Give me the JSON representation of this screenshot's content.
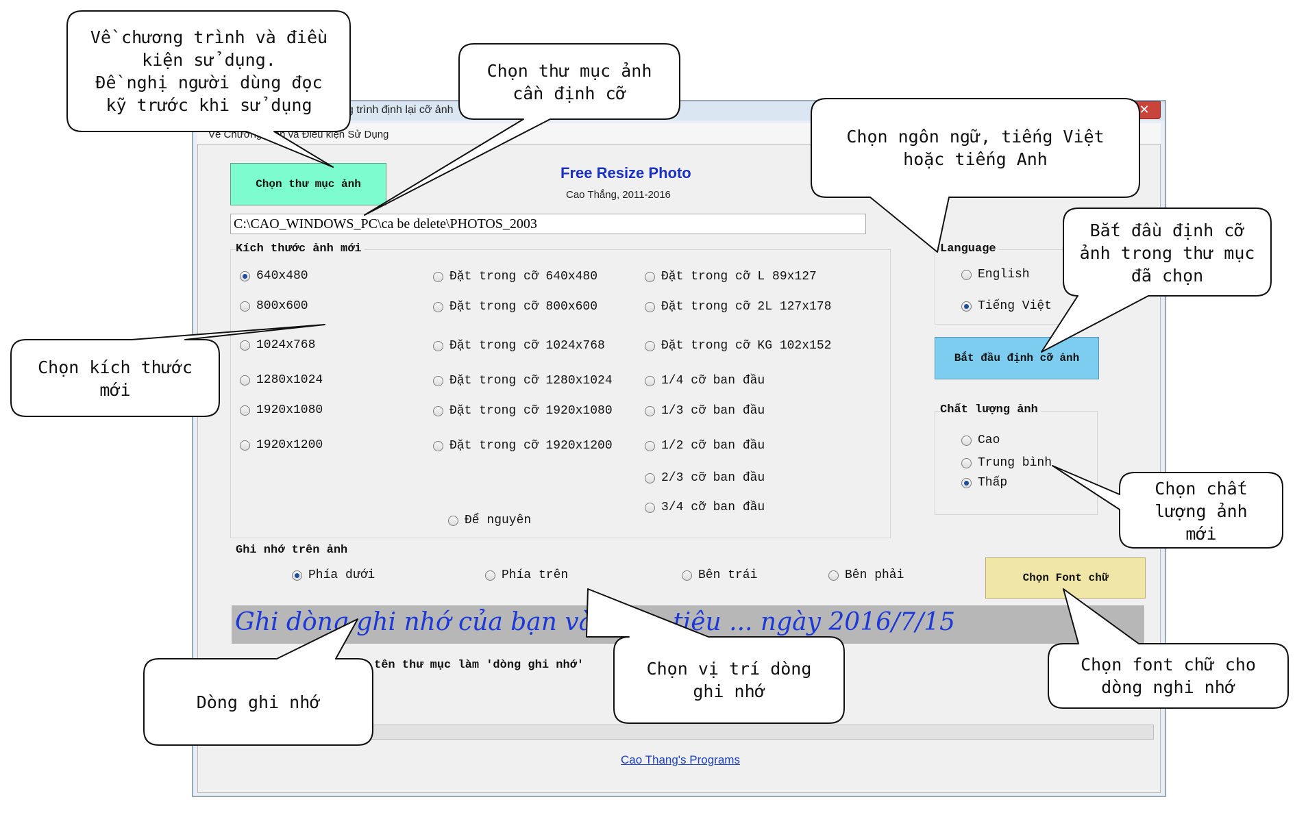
{
  "window": {
    "title": "ng trình định lại cỡ ảnh",
    "close_glyph": "✕"
  },
  "menu": {
    "about": "Về Chương trình và Điều kiện Sử Dụng"
  },
  "header": {
    "title": "Free Resize Photo",
    "subtitle": "Cao Thắng, 2011-2016"
  },
  "buttons": {
    "choose_folder": "Chọn thư mục ảnh",
    "start_resize": "Bắt đầu định cỡ ảnh",
    "choose_font": "Chọn Font chữ"
  },
  "folder_path": "C:\\CAO_WINDOWS_PC\\ca be delete\\PHOTOS_2003",
  "size_group": {
    "title": "Kích thước ảnh mới",
    "col1": [
      "640x480",
      "800x600",
      "1024x768",
      "1280x1024",
      "1920x1080",
      "1920x1200"
    ],
    "col2": [
      "Đặt trong cỡ 640x480",
      "Đặt trong cỡ 800x600",
      "Đặt trong cỡ 1024x768",
      "Đặt trong cỡ 1280x1024",
      "Đặt trong cỡ 1920x1080",
      "Đặt trong cỡ 1920x1200"
    ],
    "col3": [
      "Đặt trong cỡ L 89x127",
      "Đặt trong cỡ 2L 127x178",
      "Đặt trong cỡ KG 102x152",
      "1/4 cỡ ban đầu",
      "1/3 cỡ ban đầu",
      "1/2 cỡ ban đầu",
      "2/3 cỡ ban đầu",
      "3/4 cỡ ban đầu"
    ],
    "keep": "Để nguyên",
    "selected": "640x480"
  },
  "language": {
    "title": "Language",
    "options": [
      "English",
      "Tiếng Việt"
    ],
    "selected": "Tiếng Việt"
  },
  "quality": {
    "title": "Chất lượng ảnh",
    "options": [
      "Cao",
      "Trung bình",
      "Thấp"
    ],
    "selected": "Thấp"
  },
  "memo": {
    "title": "Ghi nhớ trên ảnh",
    "positions": [
      "Phía dưới",
      "Phía trên",
      "Bên trái",
      "Bên phải"
    ],
    "selected": "Phía dưới",
    "text": "Ghi dòng ghi nhớ của bạn vào đây, tiêu ... ngày 2016/7/15",
    "folder_option": "tên thư mục làm 'dòng ghi nhớ'"
  },
  "footer": {
    "link": "Cao Thang's Programs"
  },
  "callouts": {
    "about": [
      "Về chương trình và điều",
      "kiện sử dụng.",
      "Đề nghị người dùng đọc",
      "kỹ trước khi sử dụng"
    ],
    "folder": [
      "Chọn thư mục ảnh",
      "cần định cỡ"
    ],
    "language": [
      "Chọn ngôn ngữ, tiếng Việt",
      "hoặc tiếng Anh"
    ],
    "start": [
      "Bắt đầu định cỡ",
      "ảnh trong thư mục",
      "đã chọn"
    ],
    "size": [
      "Chọn kích thước",
      "mới"
    ],
    "quality": [
      "Chọn chất",
      "lượng ảnh",
      "mới"
    ],
    "position": [
      "Chọn vị trí dòng",
      "ghi nhớ"
    ],
    "memo": [
      "Dòng ghi nhớ"
    ],
    "font": [
      "Chọn font chữ cho",
      "dòng nghi nhớ"
    ]
  },
  "colors": {
    "choose_folder_btn": "#7dfcd0",
    "start_btn": "#7ccdf0",
    "font_btn": "#efe6a8",
    "memo_bg": "#b7b7b7",
    "memo_text": "#1c38d6",
    "title_text": "#1a30c0",
    "link": "#1a3fc8"
  }
}
